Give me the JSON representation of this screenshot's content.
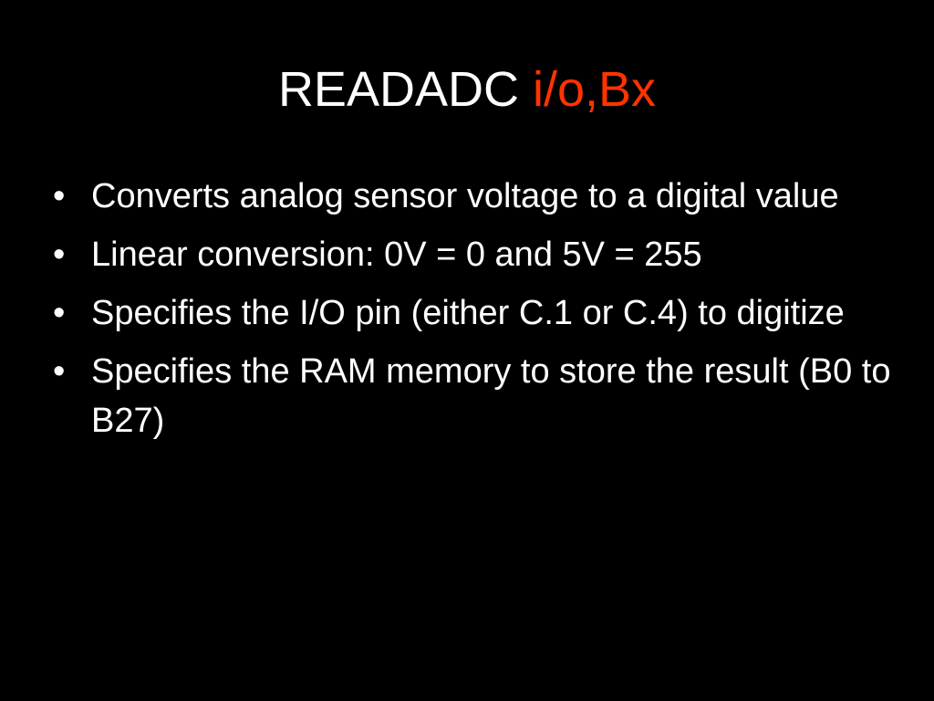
{
  "slide": {
    "title_main": "READADC ",
    "title_accent": "i/o,Bx",
    "accent_color": "#ff3300",
    "text_color": "#ffffff",
    "background_color": "#000000",
    "bullet_glyph": "•",
    "bullets": [
      {
        "text": "Converts analog sensor voltage to a digital value"
      },
      {
        "text": "Linear conversion: 0V = 0 and 5V = 255"
      },
      {
        "text": "Specifies the I/O pin (either C.1 or C.4) to digitize"
      },
      {
        "text": "Specifies the RAM memory to store the result (B0 to B27)"
      }
    ]
  }
}
